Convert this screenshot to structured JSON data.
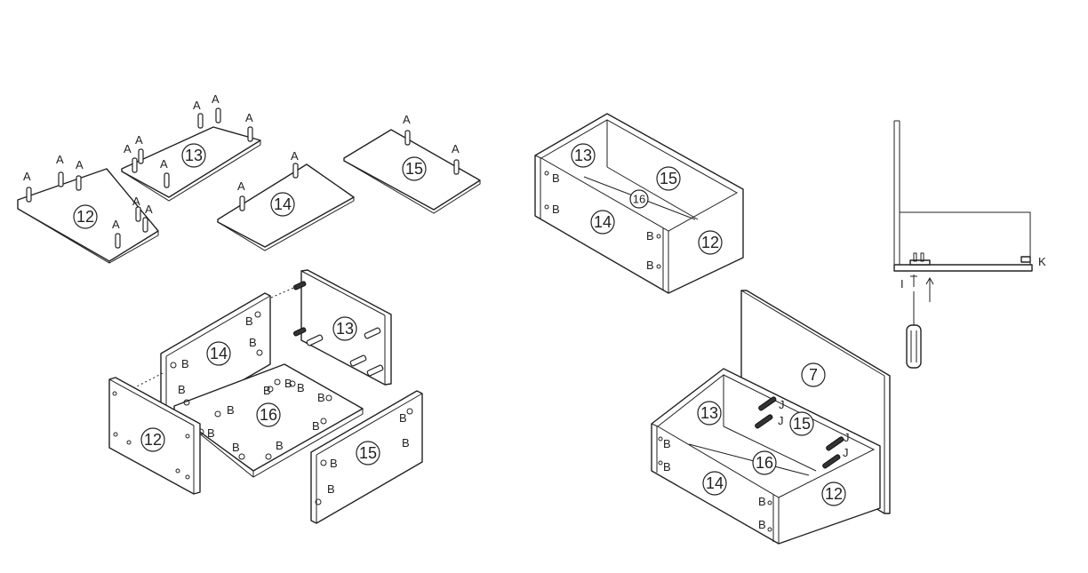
{
  "diagram": {
    "part_numbers": {
      "p12": "12",
      "p13": "13",
      "p14": "14",
      "p15": "15",
      "p16": "16",
      "p7": "7"
    },
    "hardware_letters": {
      "dowel": "A",
      "cam_bolt": "B",
      "screw_j": "J",
      "screw_i": "I",
      "clip_k": "K"
    }
  }
}
